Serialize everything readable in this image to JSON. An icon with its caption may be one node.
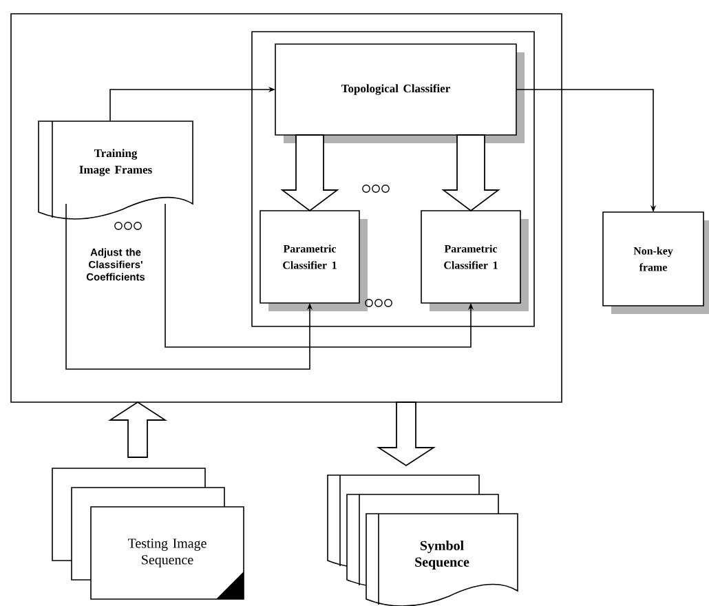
{
  "diagram": {
    "nodes": [
      {
        "text": [],
        "shape": "box"
      },
      {
        "text": [],
        "shape": "box",
        "in": 0
      },
      {
        "text": [
          "Topological Classifier"
        ],
        "in": 1
      },
      {
        "text": [
          "Training Image Frames"
        ],
        "in": 0
      },
      {
        "text": [
          "Parametric Classifier 1"
        ],
        "in": 1
      },
      {
        "text": [
          "Parametric Classifier 1"
        ],
        "in": 1
      },
      {
        "text": [
          "Non-key frame"
        ]
      },
      {
        "text": [
          "Testing Image Sequence"
        ]
      },
      {
        "text": [
          "Symbol Sequence"
        ]
      }
    ],
    "edges": [
      {
        "from": 3,
        "to": 2,
        "arrow": "to"
      },
      {
        "from": 2,
        "to": 6,
        "arrow": "to"
      },
      {
        "from": 2,
        "to": 4,
        "arrow": "to",
        "style": "thick"
      },
      {
        "from": 2,
        "to": 5,
        "arrow": "to",
        "style": "thick"
      },
      {
        "from": 3,
        "to": 4,
        "arrow": "to"
      },
      {
        "from": 3,
        "to": 5,
        "arrow": "to"
      },
      {
        "from": 7,
        "to": 0,
        "arrow": "to",
        "style": "thick"
      },
      {
        "from": 0,
        "to": 8,
        "arrow": "to",
        "style": "thick"
      }
    ],
    "labels": [
      "Adjust the Classifiers' Coefficients"
    ]
  }
}
